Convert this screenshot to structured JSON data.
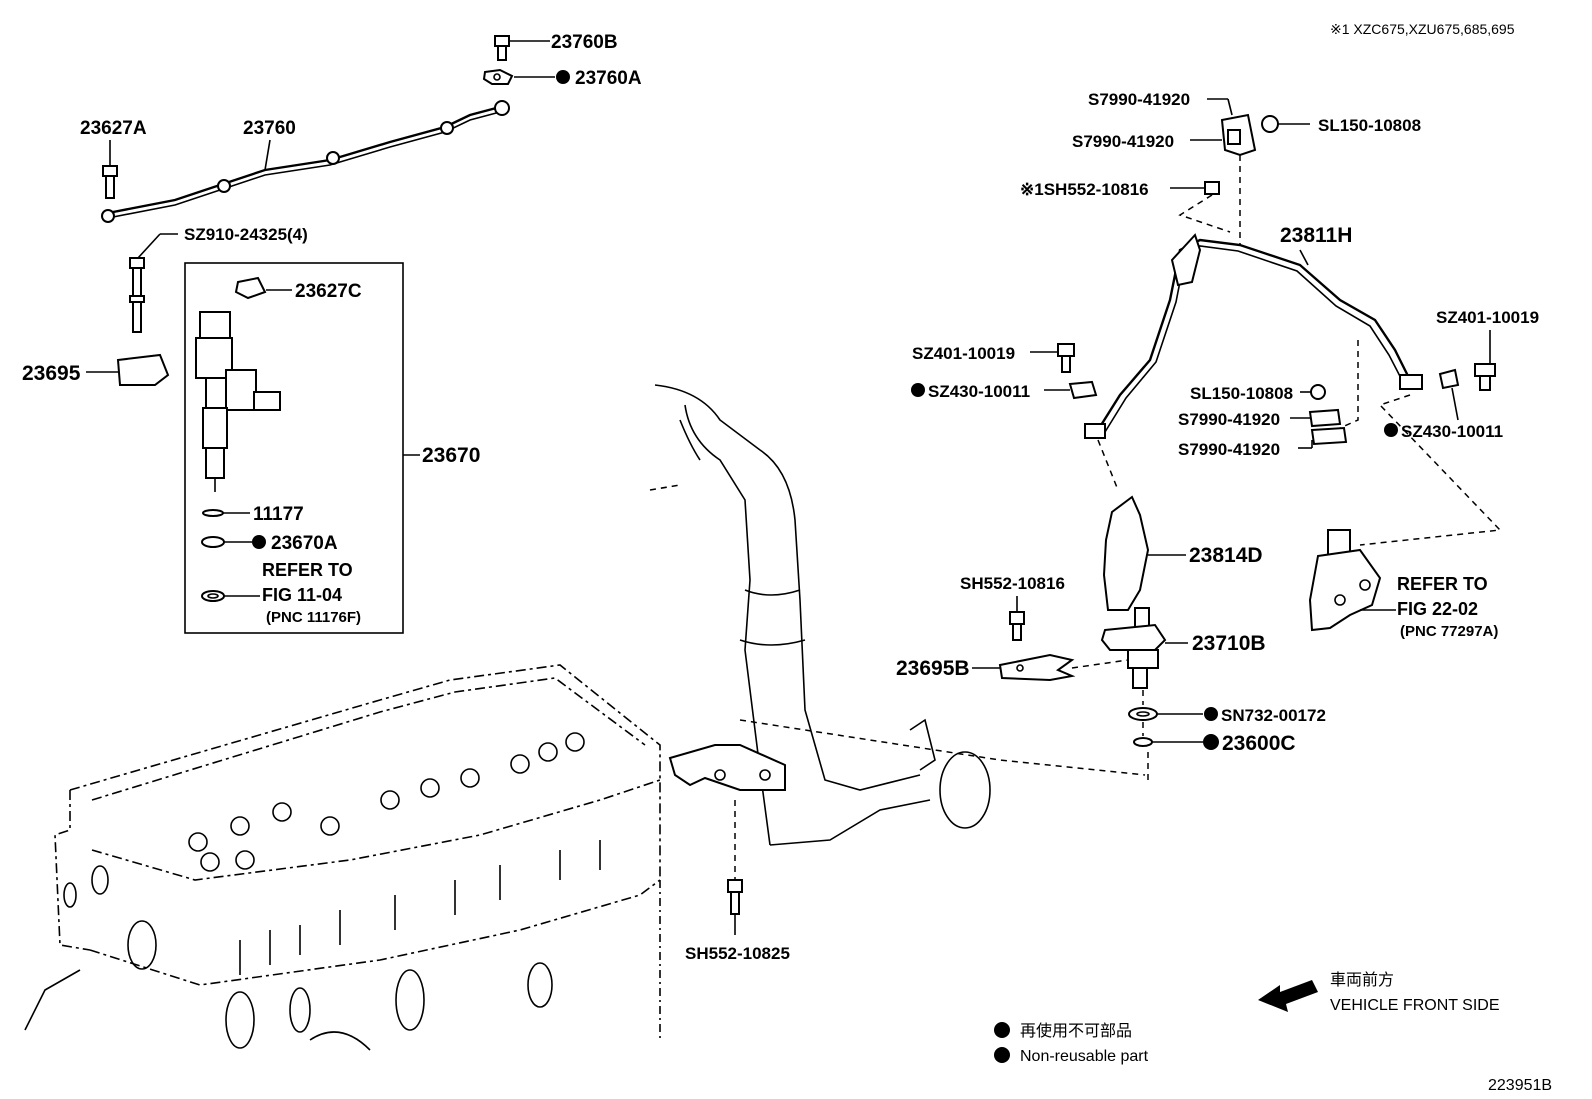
{
  "header": {
    "applicability_note": "※1 XZC675,XZU675,685,695"
  },
  "labels": {
    "p23760B": "23760B",
    "p23760A": "23760A",
    "p23627A": "23627A",
    "p23760": "23760",
    "pSZ910": "SZ910-24325(4)",
    "p23627C": "23627C",
    "p23695": "23695",
    "p23670": "23670",
    "p11177": "11177",
    "p23670A": "23670A",
    "refer1_a": "REFER TO",
    "refer1_b": "FIG 11-04",
    "refer1_c": "(PNC 11176F)",
    "pS7990_a": "S7990-41920",
    "pS7990_b": "S7990-41920",
    "pSL150_a": "SL150-10808",
    "pSH552_a": "※1SH552-10816",
    "p23811H": "23811H",
    "pSZ401_a": "SZ401-10019",
    "pSZ430_a": "SZ430-10011",
    "pSZ401_b": "SZ401-10019",
    "pSL150_b": "SL150-10808",
    "pS7990_c": "S7990-41920",
    "pS7990_d": "S7990-41920",
    "pSZ430_b": "SZ430-10011",
    "p23814D": "23814D",
    "pSH552_b": "SH552-10816",
    "refer2_a": "REFER TO",
    "refer2_b": "FIG 22-02",
    "refer2_c": "(PNC 77297A)",
    "p23710B": "23710B",
    "p23695B": "23695B",
    "pSN732": "SN732-00172",
    "p23600C": "23600C",
    "pSH552_c": "SH552-10825"
  },
  "direction": {
    "jp": "車両前方",
    "en": "VEHICLE FRONT SIDE"
  },
  "legend": {
    "jp": "再使用不可部品",
    "en": "Non-reusable part"
  },
  "figure_id": "223951B",
  "icons": {
    "non_reusable": "filled-circle-icon",
    "arrow": "front-arrow-icon"
  }
}
